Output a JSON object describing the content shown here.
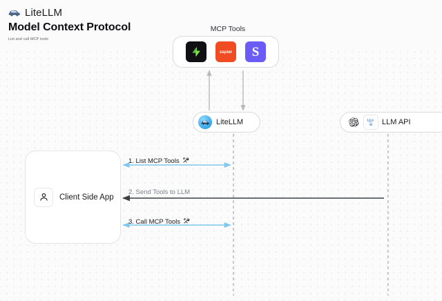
{
  "brand": {
    "name": "LiteLLM",
    "logo_icon": "litellm-car-logo"
  },
  "header": {
    "title": "Model Context Protocol",
    "subtitle": "List and call MCP tools"
  },
  "diagram": {
    "mcp_group": {
      "label": "MCP Tools",
      "tools": [
        {
          "name": "supabase",
          "icon": "supabase-logo-icon",
          "text": ""
        },
        {
          "name": "zapier",
          "icon": "zapier-logo-icon",
          "text": "zapier"
        },
        {
          "name": "stripe",
          "icon": "stripe-logo-icon",
          "text": "S"
        }
      ]
    },
    "nodes": {
      "litellm": {
        "label": "LiteLLM",
        "icon": "litellm-avatar-icon"
      },
      "llm_api": {
        "label": "LLM API",
        "icons": [
          "openai-logo-icon",
          "anthropic-logo-icon"
        ]
      },
      "client": {
        "label": "Client Side App",
        "icon": "user-person-icon"
      }
    },
    "flows": [
      {
        "label": "1. List MCP Tools",
        "icon": "tools-wrench-icon",
        "color": "#7ec8f0"
      },
      {
        "label": "2. Send Tools to LLM",
        "icon": "",
        "color": "#3b3f46"
      },
      {
        "label": "3. Call MCP Tools",
        "icon": "tools-wrench-icon",
        "color": "#7ec8f0"
      }
    ]
  },
  "colors": {
    "canvas": "#fbfbfb",
    "accent_blue": "#7ec8f0",
    "arrow_gray": "#b6b8bd",
    "dark_arrow": "#3b3f46",
    "lifeline": "#c7c8cc"
  }
}
